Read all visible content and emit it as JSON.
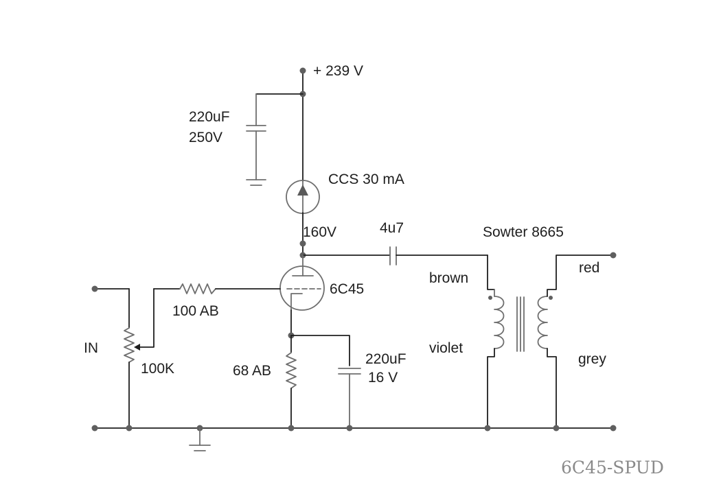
{
  "supply_label": "+ 239 V",
  "supply_cap": {
    "value": "220uF",
    "voltage": "250V"
  },
  "ccs_label": "CCS 30 mA",
  "plate_voltage": "160V",
  "coupling_cap": "4u7",
  "tube": "6C45",
  "grid_stopper": "100 AB",
  "input_label": "IN",
  "volume_pot": "100K",
  "cathode_resistor": "68 AB",
  "cathode_cap": {
    "value": "220uF",
    "voltage": "16 V"
  },
  "transformer": {
    "model": "Sowter 8665",
    "primary_top": "brown",
    "primary_bottom": "violet",
    "secondary_top": "red",
    "secondary_bottom": "grey"
  },
  "title": "6C45-SPUD"
}
